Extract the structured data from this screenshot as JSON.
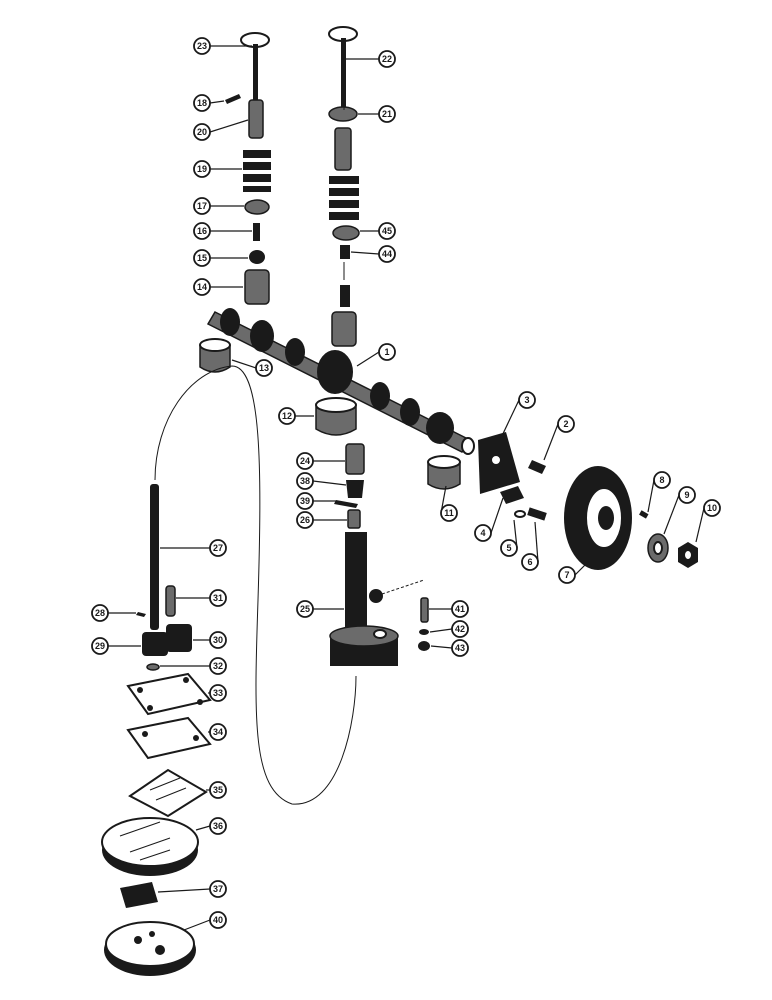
{
  "callouts": [
    "1",
    "2",
    "3",
    "4",
    "5",
    "6",
    "7",
    "8",
    "9",
    "10",
    "11",
    "12",
    "13",
    "14",
    "15",
    "16",
    "17",
    "18",
    "19",
    "20",
    "21",
    "22",
    "23",
    "24",
    "25",
    "26",
    "27",
    "28",
    "29",
    "30",
    "31",
    "32",
    "33",
    "34",
    "35",
    "36",
    "37",
    "38",
    "39",
    "40",
    "41",
    "42",
    "43",
    "44",
    "45"
  ],
  "colors": {
    "ink": "#1a1a1a",
    "paper": "#ffffff",
    "shade": "#6b6b6b"
  }
}
